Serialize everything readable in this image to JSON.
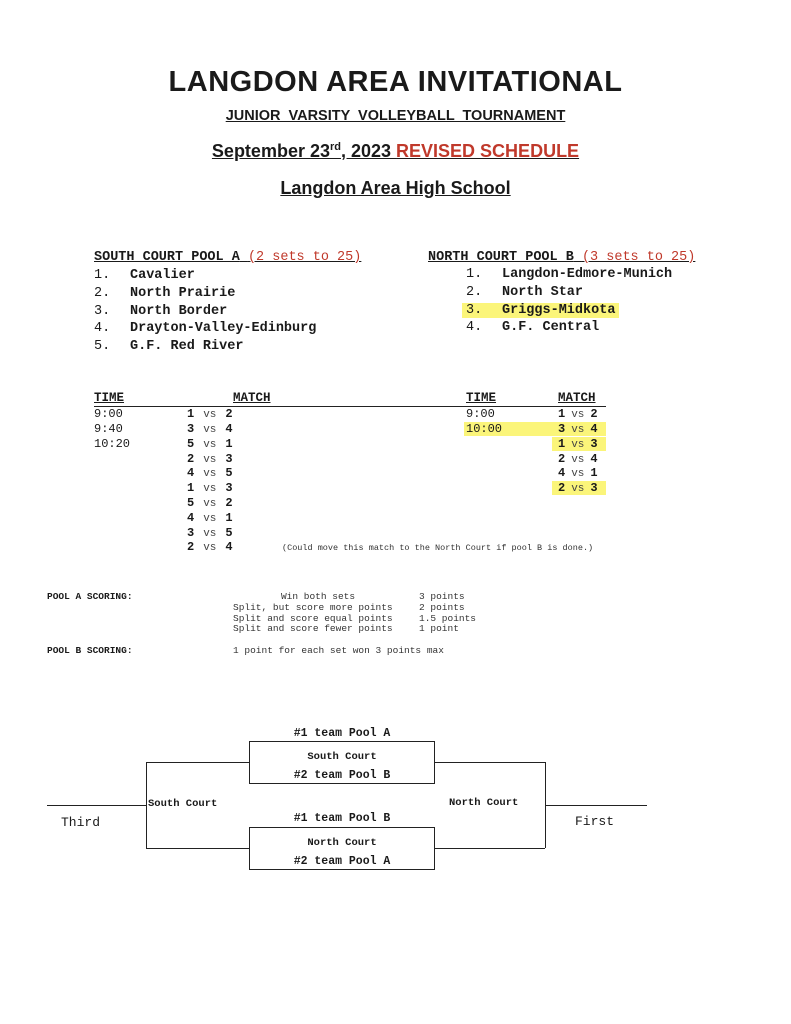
{
  "header": {
    "title": "LANGDON AREA  INVITATIONAL",
    "subtitle": "JUNIOR VARSITY VOLLEYBALL TOURNAMENT",
    "date_pre": "September 23",
    "date_sup": "rd",
    "date_post": ", 2023 ",
    "revised": "REVISED SCHEDULE",
    "venue": "Langdon Area High School"
  },
  "pool_a": {
    "heading": "SOUTH COURT POOL A",
    "sets": "(2 sets to 25)",
    "teams": [
      {
        "num": "1.",
        "name": "Cavalier"
      },
      {
        "num": "2.",
        "name": "North Prairie"
      },
      {
        "num": "3.",
        "name": "North Border"
      },
      {
        "num": "4.",
        "name": "Drayton-Valley-Edinburg"
      },
      {
        "num": "5.",
        "name": "G.F. Red River"
      }
    ]
  },
  "pool_b": {
    "heading": "NORTH COURT POOL B",
    "sets": "(3 sets to 25)",
    "teams": [
      {
        "num": "1.",
        "name": "Langdon-Edmore-Munich"
      },
      {
        "num": "2.",
        "name": "North Star"
      },
      {
        "num": "3.",
        "name": "Griggs-Midkota"
      },
      {
        "num": "4.",
        "name": "G.F. Central"
      }
    ]
  },
  "schedule_a": {
    "time_header": "TIME",
    "match_header": "MATCH",
    "times": [
      "9:00",
      "9:40",
      "10:20"
    ],
    "matches": [
      {
        "a": "1",
        "vs": "vs",
        "b": "2"
      },
      {
        "a": "3",
        "vs": "vs",
        "b": "4"
      },
      {
        "a": "5",
        "vs": "vs",
        "b": "1"
      },
      {
        "a": "2",
        "vs": "vs",
        "b": "3"
      },
      {
        "a": "4",
        "vs": "vs",
        "b": "5"
      },
      {
        "a": "1",
        "vs": "vs",
        "b": "3"
      },
      {
        "a": "5",
        "vs": "vs",
        "b": "2"
      },
      {
        "a": "4",
        "vs": "vs",
        "b": "1"
      },
      {
        "a": "3",
        "vs": "vs",
        "b": "5"
      },
      {
        "a": "2",
        "vs": "vs",
        "b": "4"
      }
    ],
    "note": "(Could move this match to the North Court if pool B is done.)"
  },
  "schedule_b": {
    "time_header": "TIME",
    "match_header": "MATCH",
    "times": [
      "9:00",
      "10:00"
    ],
    "matches": [
      {
        "a": "1",
        "vs": "vs",
        "b": "2"
      },
      {
        "a": "3",
        "vs": "vs",
        "b": "4"
      },
      {
        "a": "1",
        "vs": "vs",
        "b": "3"
      },
      {
        "a": "2",
        "vs": "vs",
        "b": "4"
      },
      {
        "a": "4",
        "vs": "vs",
        "b": "1"
      },
      {
        "a": "2",
        "vs": "vs",
        "b": "3"
      }
    ]
  },
  "scoring": {
    "pool_a_label": "POOL A SCORING:",
    "pool_a_rules": [
      {
        "desc": "Win both sets",
        "pts": "3 points"
      },
      {
        "desc": "Split, but score more points",
        "pts": "2 points"
      },
      {
        "desc": "Split and score equal points",
        "pts": "1.5 points"
      },
      {
        "desc": "Split and score fewer points",
        "pts": "1 point"
      }
    ],
    "pool_b_label": "POOL B SCORING:",
    "pool_b_rule": "1 point for each set won  3 points max"
  },
  "bracket": {
    "top_above": "#1 team Pool A",
    "top_box": "South Court",
    "top_below": "#2 team Pool B",
    "bottom_above": "#1 team Pool B",
    "bottom_box": "North Court",
    "bottom_below": "#2 team Pool A",
    "left_court": "South Court",
    "right_court": "North Court",
    "third": "Third",
    "first": "First"
  },
  "colors": {
    "accent_red": "#c0392b",
    "highlight": "#fbf57a"
  }
}
